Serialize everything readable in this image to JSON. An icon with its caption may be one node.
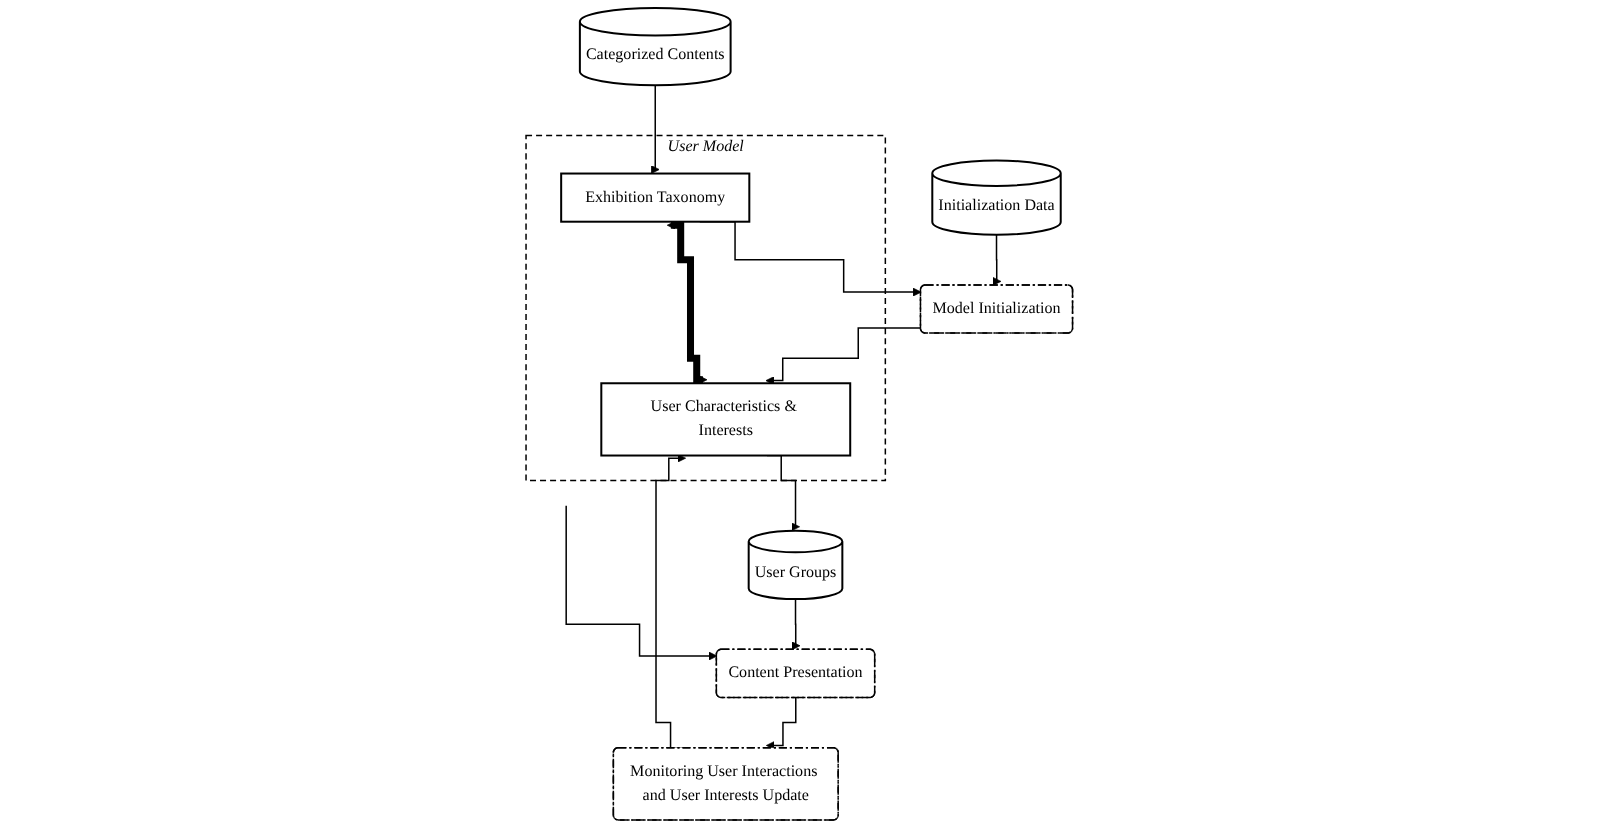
{
  "diagram": {
    "nodes": [
      {
        "text": [
          "Initialization Data"
        ]
      },
      {
        "text": [
          "User Model"
        ]
      },
      {
        "text": [
          "Exhibition Taxonomy"
        ],
        "in": 1
      },
      {
        "text": [
          "User Characteristics & Interests"
        ],
        "in": 1
      },
      {
        "text": [
          "Categorized Contents"
        ]
      },
      {
        "text": [
          "Model Initialization"
        ]
      },
      {
        "text": [
          "User Groups"
        ]
      },
      {
        "text": [
          "Monitoring User Interactions and User Interests Update"
        ]
      },
      {
        "text": [
          "Content Presentation"
        ]
      }
    ],
    "edges": [
      {
        "from": 0,
        "to": 5,
        "arrow": "to"
      },
      {
        "from": 2,
        "to": 5,
        "arrow": "to"
      },
      {
        "from": 4,
        "to": 2,
        "arrow": "to"
      },
      {
        "from": 2,
        "to": 3,
        "arrow": "both",
        "style": "thick"
      },
      {
        "from": 5,
        "to": 3,
        "arrow": "to"
      },
      {
        "from": 3,
        "to": 6,
        "arrow": "to"
      },
      {
        "from": 1,
        "to": 8,
        "arrow": "to"
      },
      {
        "from": 7,
        "to": 3,
        "arrow": "to"
      },
      {
        "from": 6,
        "to": 8,
        "arrow": "to"
      },
      {
        "from": 8,
        "to": 7,
        "arrow": "to"
      }
    ]
  }
}
